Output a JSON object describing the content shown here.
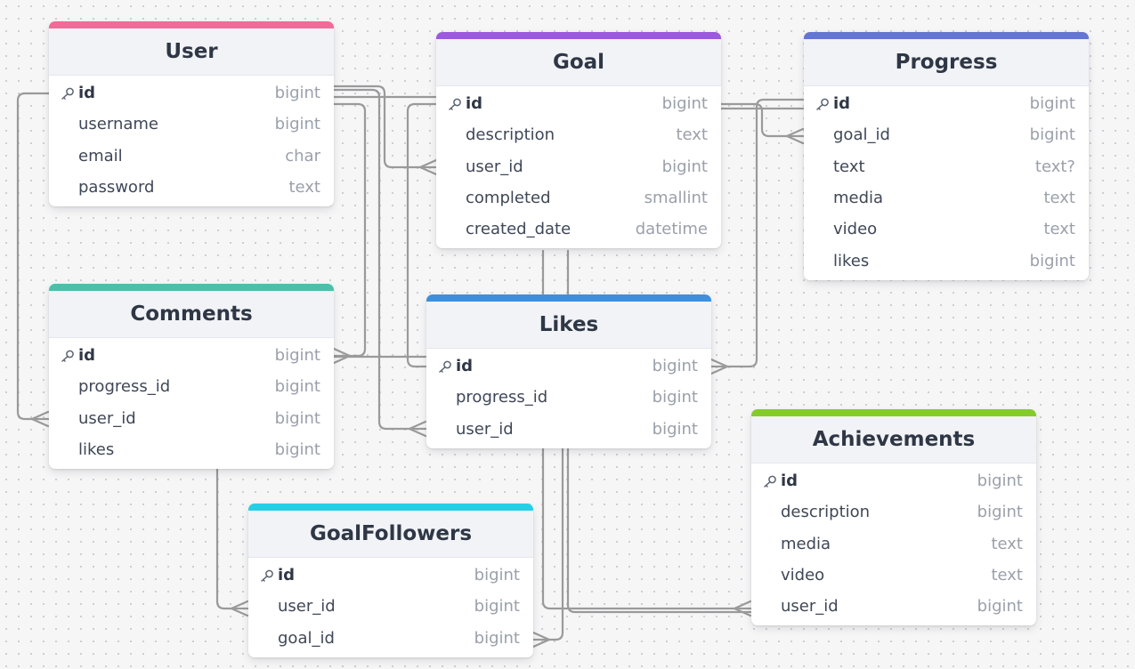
{
  "colors": {
    "user": "#f06b98",
    "goal": "#9b59e0",
    "progress": "#6575d4",
    "comments": "#4dbfa9",
    "likes": "#3d8fdd",
    "achievements": "#84cc2a",
    "goalfollowers": "#27cfe6",
    "connector": "#9a9a9a"
  },
  "tables": [
    {
      "id": "user",
      "name": "User",
      "color_key": "user",
      "fields": [
        {
          "name": "id",
          "type": "bigint",
          "pk": true,
          "icon": "key-icon"
        },
        {
          "name": "username",
          "type": "bigint"
        },
        {
          "name": "email",
          "type": "char"
        },
        {
          "name": "password",
          "type": "text"
        }
      ]
    },
    {
      "id": "goal",
      "name": "Goal",
      "color_key": "goal",
      "fields": [
        {
          "name": "id",
          "type": "bigint",
          "pk": true,
          "icon": "key-icon"
        },
        {
          "name": "description",
          "type": "text"
        },
        {
          "name": "user_id",
          "type": "bigint"
        },
        {
          "name": "completed",
          "type": "smallint"
        },
        {
          "name": "created_date",
          "type": "datetime"
        }
      ]
    },
    {
      "id": "progress",
      "name": "Progress",
      "color_key": "progress",
      "fields": [
        {
          "name": "id",
          "type": "bigint",
          "pk": true,
          "icon": "key-icon"
        },
        {
          "name": "goal_id",
          "type": "bigint"
        },
        {
          "name": "text",
          "type": "text?"
        },
        {
          "name": "media",
          "type": "text"
        },
        {
          "name": "video",
          "type": "text"
        },
        {
          "name": "likes",
          "type": "bigint"
        }
      ]
    },
    {
      "id": "comments",
      "name": "Comments",
      "color_key": "comments",
      "fields": [
        {
          "name": "id",
          "type": "bigint",
          "pk": true,
          "icon": "key-icon"
        },
        {
          "name": "progress_id",
          "type": "bigint"
        },
        {
          "name": "user_id",
          "type": "bigint"
        },
        {
          "name": "likes",
          "type": "bigint"
        }
      ]
    },
    {
      "id": "likes",
      "name": "Likes",
      "color_key": "likes",
      "fields": [
        {
          "name": "id",
          "type": "bigint",
          "pk": true,
          "icon": "key-icon"
        },
        {
          "name": "progress_id",
          "type": "bigint"
        },
        {
          "name": "user_id",
          "type": "bigint"
        }
      ]
    },
    {
      "id": "achievements",
      "name": "Achievements",
      "color_key": "achievements",
      "fields": [
        {
          "name": "id",
          "type": "bigint",
          "pk": true,
          "icon": "key-icon"
        },
        {
          "name": "description",
          "type": "bigint"
        },
        {
          "name": "media",
          "type": "text"
        },
        {
          "name": "video",
          "type": "text"
        },
        {
          "name": "user_id",
          "type": "bigint"
        }
      ]
    },
    {
      "id": "goalfollowers",
      "name": "GoalFollowers",
      "color_key": "goalfollowers",
      "fields": [
        {
          "name": "id",
          "type": "bigint",
          "pk": true,
          "icon": "key-icon"
        },
        {
          "name": "user_id",
          "type": "bigint"
        },
        {
          "name": "goal_id",
          "type": "bigint"
        }
      ]
    }
  ]
}
